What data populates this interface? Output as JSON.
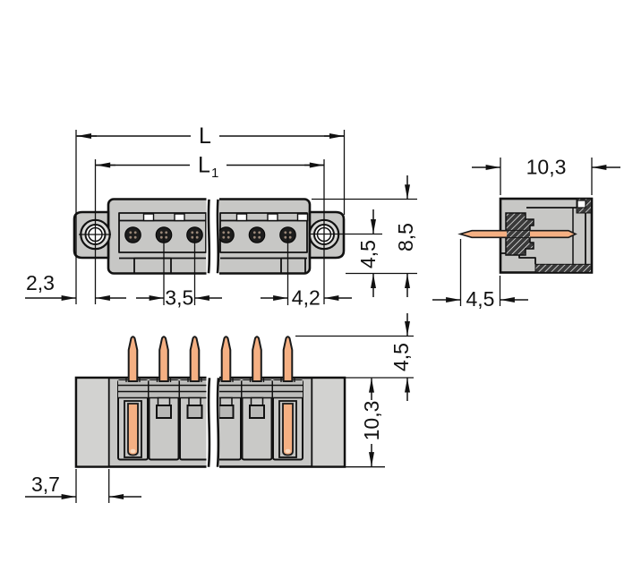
{
  "drawing_type": "technical-dimension-drawing",
  "component": "male-pin-header-connector-three-views",
  "poles_shown": 6,
  "dims": {
    "overall_length": "L",
    "inner_length_base": "L",
    "inner_length_sub": "1",
    "edge_to_hole": "2,3",
    "pin_pitch": "3,5",
    "hole_to_last_pole": "4,2",
    "center_to_bottom": "4,5",
    "body_height": "8,5",
    "side_depth": "10,3",
    "side_pin_protrusion": "4,5",
    "bottom_pin_protrusion": "4,5",
    "bottom_body_height": "10,3",
    "edge_to_step": "3,7"
  },
  "colors": {
    "background": "#ffffff",
    "outline": "#111111",
    "body_gray": "#c7c7c5",
    "body_light": "#d2d2d0",
    "slot_gray": "#c9c9c7",
    "rows_gray": "#bdbdbb",
    "hole_ring": "#d8d8d6",
    "screw_dark": "#1d1d1d",
    "screw_dots": "#9b8878",
    "pin_copper": "#f5b083",
    "pin_tip_highlight": "#fbd9bd",
    "hatch_dark": "#3a3a3a"
  }
}
